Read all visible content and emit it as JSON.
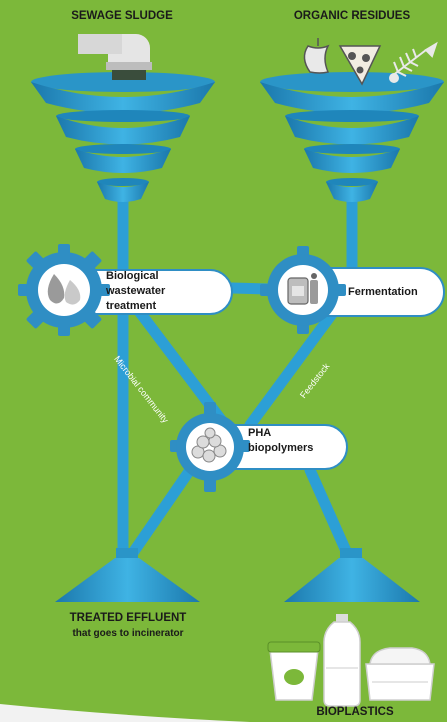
{
  "sources": {
    "left_title": "SEWAGE SLUDGE",
    "right_title": "ORGANIC RESIDUES"
  },
  "nodes": {
    "biological_treatment": "Biological wastewater treatment",
    "fermentation": "Fermentation",
    "pha": "PHA biopolymers"
  },
  "pipes": {
    "microbial": "Microbial community",
    "feedstock": "Feedstock"
  },
  "outputs": {
    "effluent_title": "TREATED EFFLUENT",
    "effluent_sub": "that goes to incinerator",
    "bioplastics_title": "BIOPLASTICS"
  },
  "colors": {
    "background": "#7cb83a",
    "funnel": "#2a95c8",
    "pipe": "#2c9fd6",
    "gear": "#2f8ec4",
    "label_box": "#ffffff"
  }
}
